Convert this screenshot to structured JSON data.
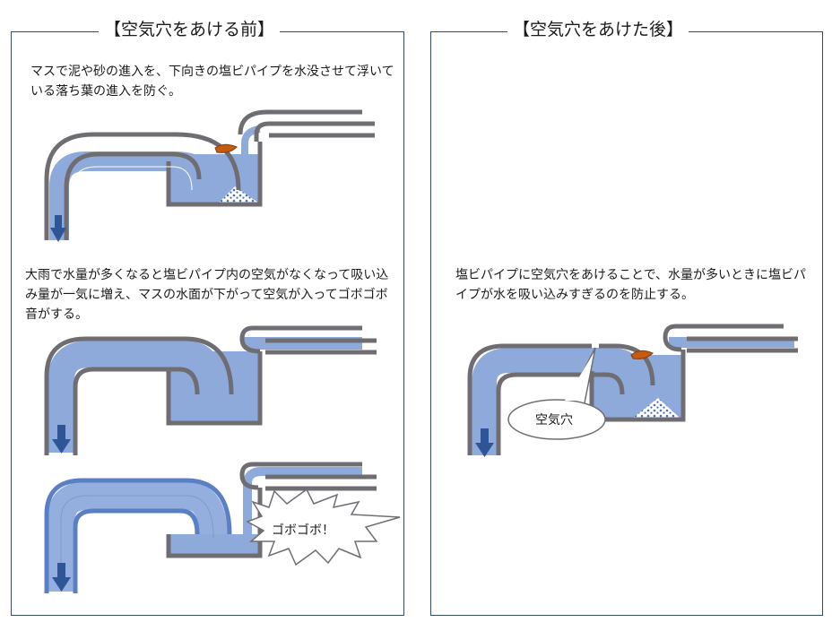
{
  "left": {
    "title": "【空気穴をあける前】",
    "description_1": "マスで泥や砂の進入を、下向きの塩ビパイプを水没させて浮いている落ち葉の進入を防ぐ。",
    "description_2": "大雨で水量が多くなると塩ビパイプ内の空気がなくなって吸い込み量が一気に増え、マスの水面が下がって空気が入ってゴボゴボ音がする。",
    "sound_label": "ゴボゴボ！"
  },
  "right": {
    "title": "【空気穴をあけた後】",
    "description": "塩ビパイプに空気穴をあけることで、水量が多いときに塩ビパイプが水を吸い込みすぎるのを防止する。",
    "callout_label": "空気穴"
  },
  "colors": {
    "water": "#8eaadb",
    "water_dark": "#5b7fc4",
    "pipe": "#6f6d72",
    "arrow": "#2f5597",
    "gravel": "#4a6fb0",
    "leaf": "#c55a11",
    "border": "#2f4a6b"
  }
}
